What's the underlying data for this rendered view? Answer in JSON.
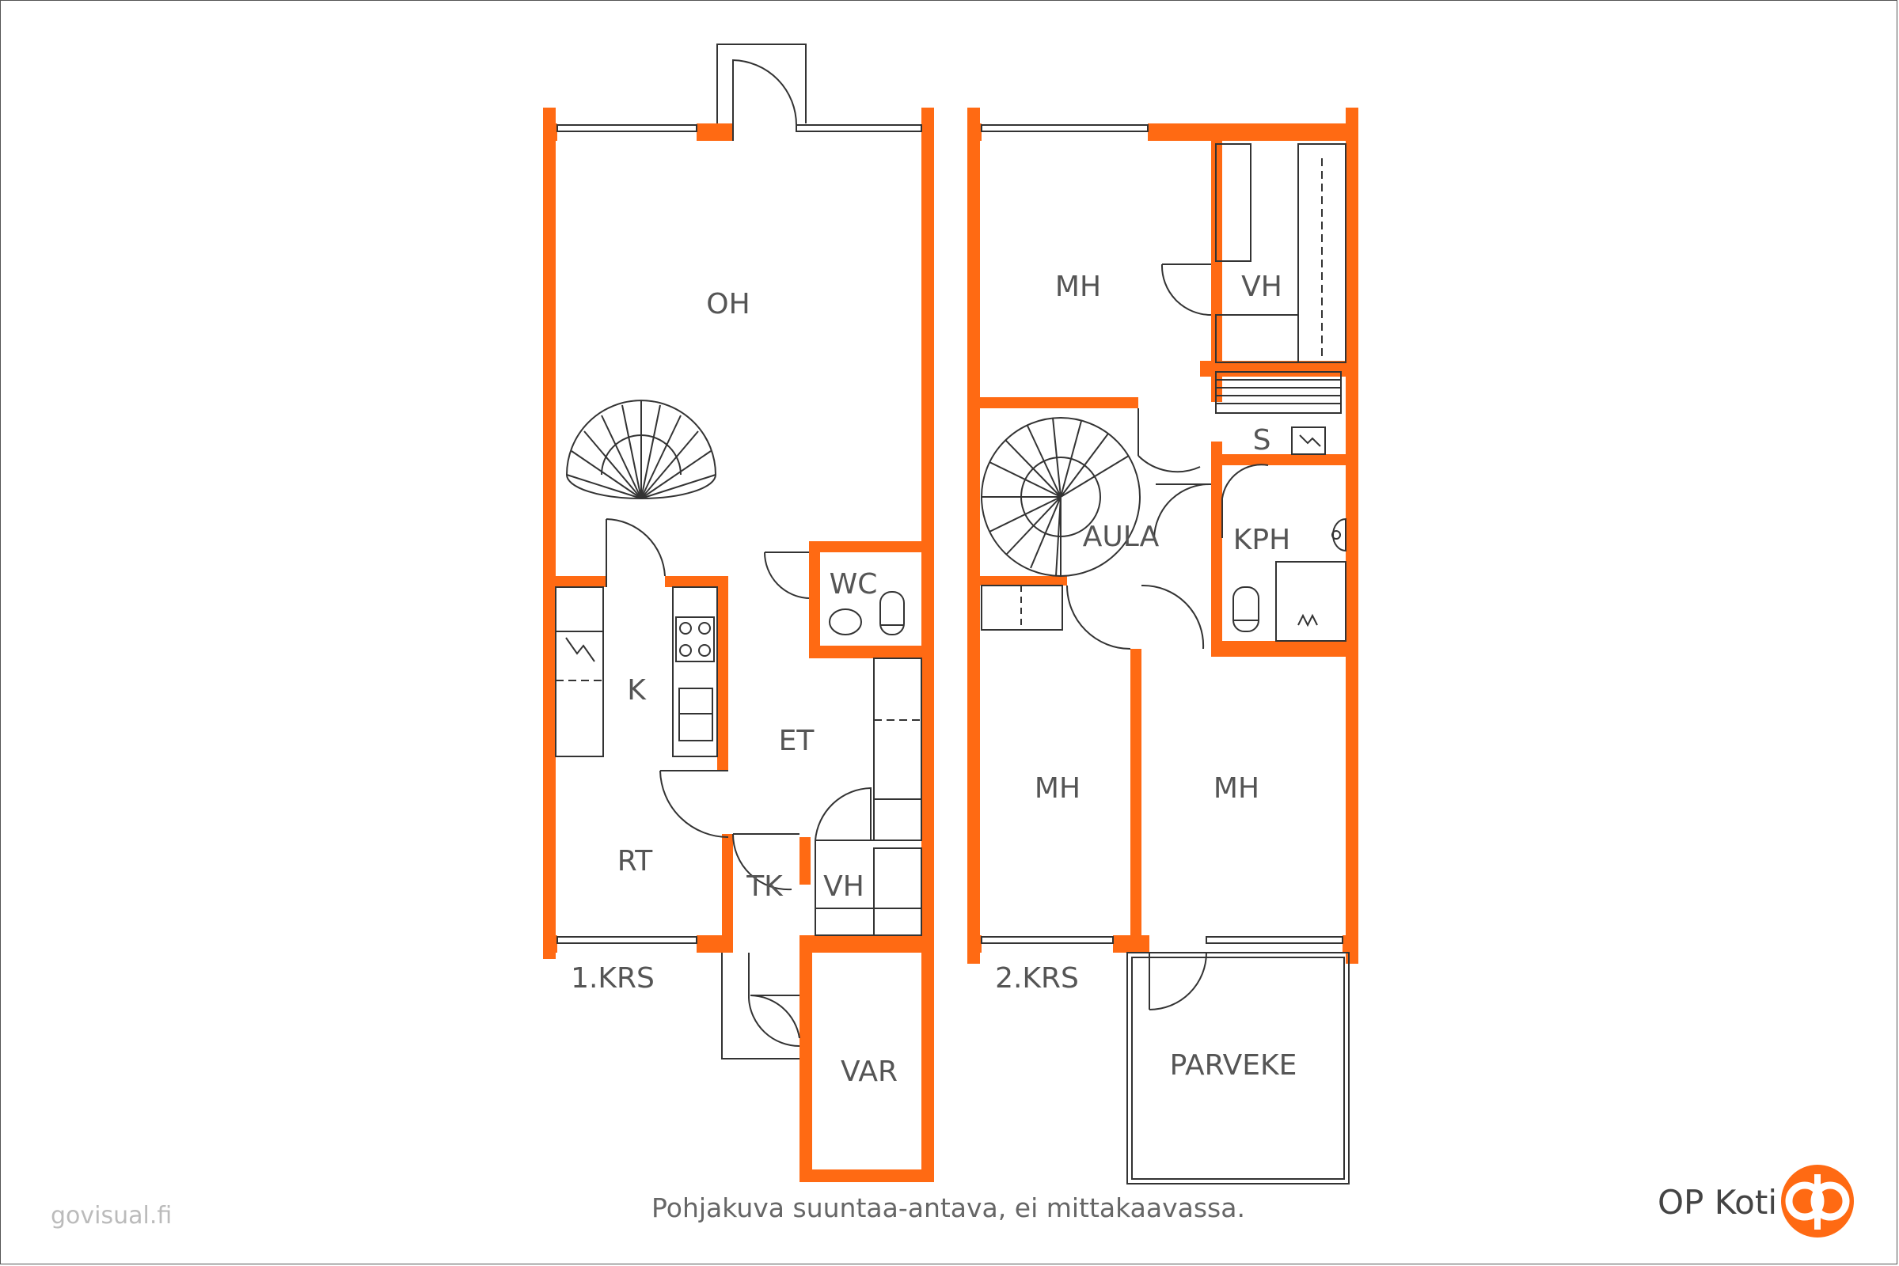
{
  "floor1": {
    "level_label": "1.KRS",
    "rooms": {
      "oh": "OH",
      "k": "K",
      "et": "ET",
      "wc": "WC",
      "rt": "RT",
      "tk": "TK",
      "vh": "VH",
      "var": "VAR"
    }
  },
  "floor2": {
    "level_label": "2.KRS",
    "rooms": {
      "mh_top": "MH",
      "vh": "VH",
      "s": "S",
      "aula": "AULA",
      "kph": "KPH",
      "mh_left": "MH",
      "mh_right": "MH",
      "parveke": "PARVEKE"
    }
  },
  "footer": {
    "disclaimer": "Pohjakuva suuntaa-antava, ei mittakaavassa.",
    "source": "govisual.fi",
    "brand": "OP Koti"
  },
  "colors": {
    "wall": "#ff6a13",
    "line": "#333333",
    "text": "#555555"
  }
}
